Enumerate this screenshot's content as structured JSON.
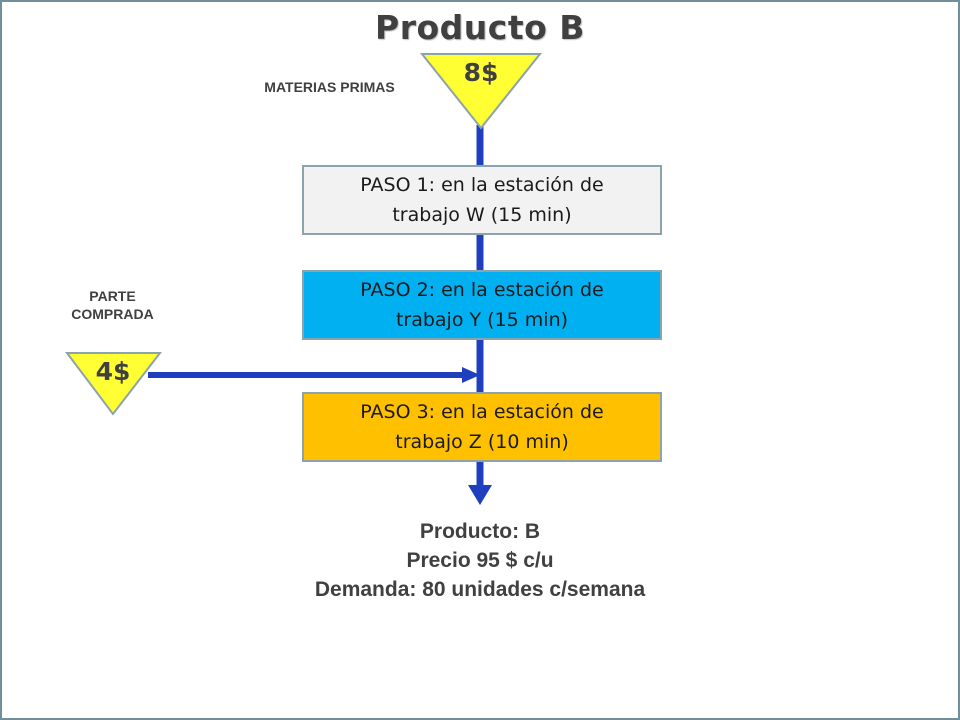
{
  "title": "Producto B",
  "raw_material": {
    "label": "MATERIAS PRIMAS",
    "cost": "8$"
  },
  "purchased_part": {
    "label_line1": "PARTE",
    "label_line2": "COMPRADA",
    "cost": "4$"
  },
  "steps": [
    {
      "line1": "PASO 1: en la estación de",
      "line2": "trabajo W (15 min)",
      "color": "#f2f2f2"
    },
    {
      "line1": "PASO 2: en la estación de",
      "line2": "trabajo Y (15 min)",
      "color": "#00b0f0"
    },
    {
      "line1": "PASO 3: en la estación de",
      "line2": "trabajo  Z (10 min)",
      "color": "#ffc000"
    }
  ],
  "product": {
    "name": "Producto: B",
    "price": "Precio 95 $ c/u",
    "demand": "Demanda: 80 unidades c/semana"
  },
  "colors": {
    "flow_line": "#1f3fbf",
    "triangle_fill": "#ffff33",
    "triangle_stroke": "#8aa3ad",
    "border": "#6f8f99"
  }
}
